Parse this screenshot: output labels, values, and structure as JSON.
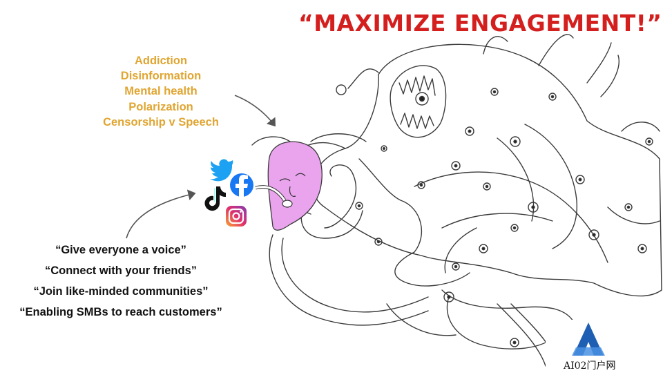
{
  "title": "“MAXIMIZE ENGAGEMENT!”",
  "harms": [
    "Addiction",
    "Disinformation",
    "Mental health",
    "Polarization",
    "Censorship v Speech"
  ],
  "slogans": [
    "“Give everyone a voice”",
    "“Connect with your friends”",
    "“Join like-minded communities”",
    "“Enabling SMBs to reach customers”"
  ],
  "icons": [
    "twitter-bird",
    "facebook-f",
    "tiktok-note",
    "instagram-camera"
  ],
  "colors": {
    "title": "#d3201f",
    "harms": "#e0a531",
    "face": "#eaa4ee",
    "facebook": "#1877f2",
    "twitter": "#1da1f2",
    "logo": "#1f5fb3"
  },
  "watermark": "AI02门户网"
}
